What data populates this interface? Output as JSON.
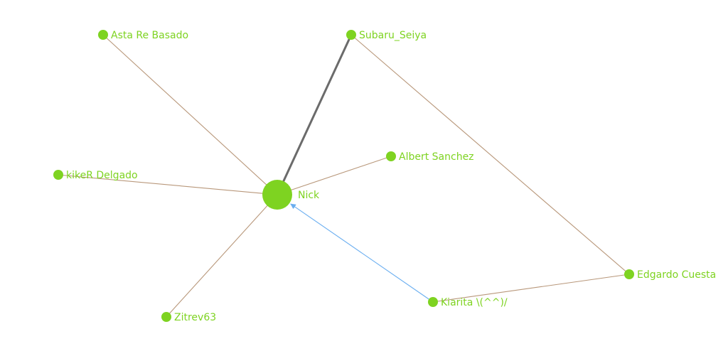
{
  "graph": {
    "colors": {
      "node": "#7ed321",
      "label": "#7ed321",
      "edge_default": "#b8977a",
      "edge_strong": "#6b6b6b",
      "edge_highlight": "#6aaef0"
    },
    "nodes": [
      {
        "id": "nick",
        "label": "Nick",
        "size": "large"
      },
      {
        "id": "asta",
        "label": "Asta Re Basado",
        "size": "small"
      },
      {
        "id": "subaru",
        "label": "Subaru_Seiya",
        "size": "small"
      },
      {
        "id": "albert",
        "label": "Albert Sanchez",
        "size": "small"
      },
      {
        "id": "kiker",
        "label": "kikeR Delgado",
        "size": "small"
      },
      {
        "id": "zitrev",
        "label": "Zitrev63",
        "size": "small"
      },
      {
        "id": "kiarita",
        "label": "Kiarita \\(^^)/",
        "size": "small"
      },
      {
        "id": "edgardo",
        "label": "Edgardo Cuesta",
        "size": "small"
      }
    ],
    "edges": [
      {
        "from": "asta",
        "to": "nick",
        "style": "default"
      },
      {
        "from": "subaru",
        "to": "nick",
        "style": "strong"
      },
      {
        "from": "albert",
        "to": "nick",
        "style": "default"
      },
      {
        "from": "kiker",
        "to": "nick",
        "style": "default"
      },
      {
        "from": "zitrev",
        "to": "nick",
        "style": "default"
      },
      {
        "from": "kiarita",
        "to": "nick",
        "style": "highlight",
        "directed": true
      },
      {
        "from": "subaru",
        "to": "edgardo",
        "style": "default"
      },
      {
        "from": "kiarita",
        "to": "edgardo",
        "style": "default"
      }
    ]
  }
}
